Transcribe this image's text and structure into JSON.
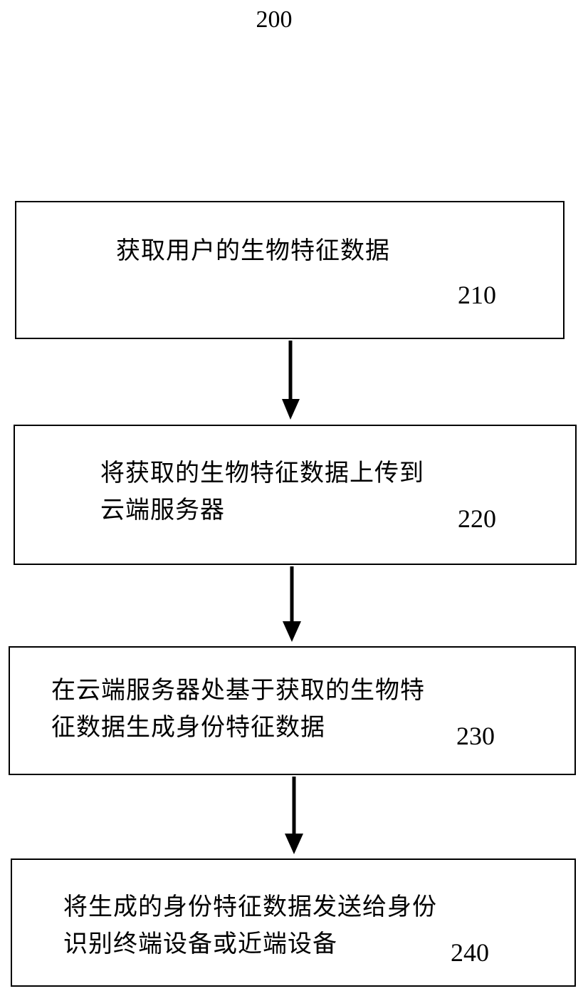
{
  "figure": {
    "label": "200"
  },
  "steps": [
    {
      "lines": [
        "获取用户的生物特征数据"
      ],
      "number": "210"
    },
    {
      "lines": [
        "将获取的生物特征数据上传到",
        "云端服务器"
      ],
      "number": "220"
    },
    {
      "lines": [
        "在云端服务器处基于获取的生物特",
        "征数据生成身份特征数据"
      ],
      "number": "230"
    },
    {
      "lines": [
        "将生成的身份特征数据发送给身份",
        "识别终端设备或近端设备"
      ],
      "number": "240"
    }
  ],
  "colors": {
    "stroke": "#000000",
    "background": "#ffffff"
  }
}
